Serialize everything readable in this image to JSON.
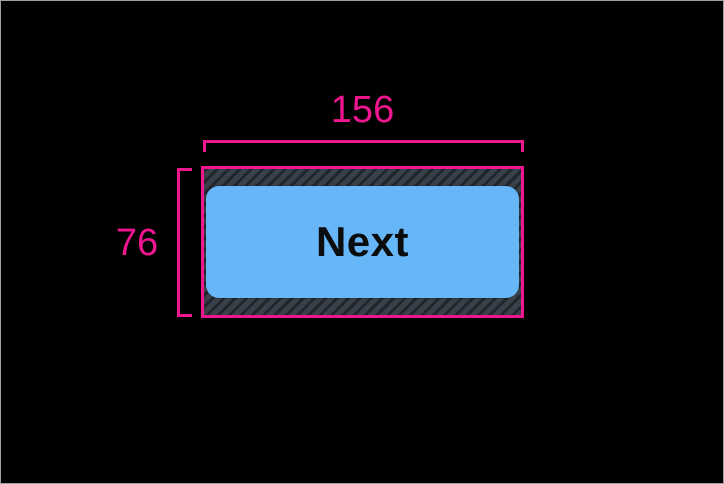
{
  "colors": {
    "background": "#000000",
    "frame_border": "#9E9E9E",
    "accent_pink": "#EF168F",
    "hatch_bg": "#394049",
    "hatch_stripe": "#21262D",
    "button_blue": "#66B6F8",
    "button_text": "#0B0C0E"
  },
  "overlay": {
    "width_label": "156",
    "height_label": "76"
  },
  "button": {
    "label": "Next"
  }
}
